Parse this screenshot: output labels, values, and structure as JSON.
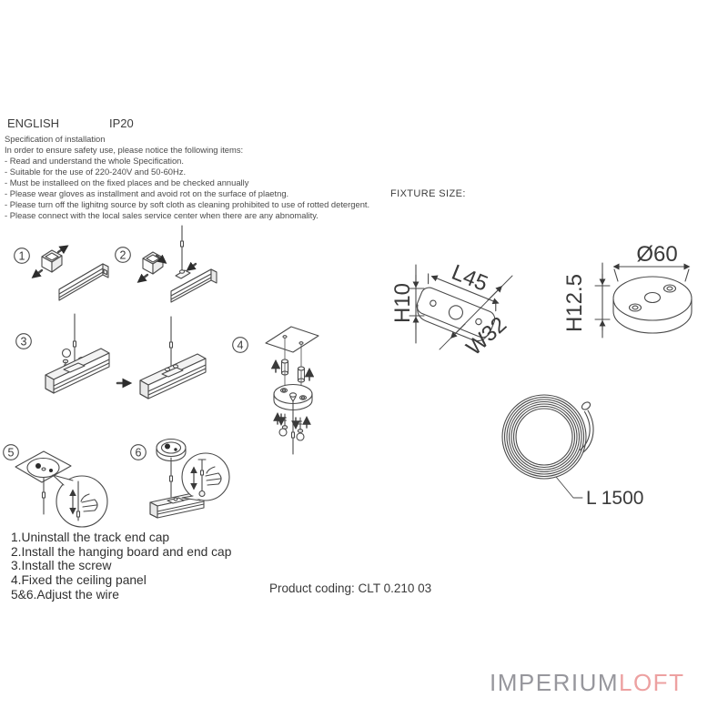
{
  "header": {
    "language_label": "ENGLISH",
    "ip_rating": "IP20"
  },
  "spec": {
    "title": "Specification of installation",
    "intro": "In order to ensure safety use, please notice the following items:",
    "items": [
      "- Read and understand the whole Specification.",
      "- Suitable for the use of 220-240V and 50-60Hz.",
      "- Must be installeed on the fixed places and be checked annually",
      "- Please wear gloves as installment and avoid rot on the surface of plaetng.",
      "- Please turn off the lighitng source by soft cloth as cleaning prohibited to use of rotted detergent.",
      "- Please connect with the local sales service center when there are any abnomality."
    ]
  },
  "fixture_size": {
    "heading": "FIXTURE SIZE:",
    "hanging_board": {
      "height_label": "H10",
      "length_label": "L45",
      "width_label": "W32"
    },
    "ceiling_panel": {
      "diameter_label": "Ø60",
      "height_label": "H12.5"
    },
    "suspension_wire": {
      "length_label": "L 1500"
    }
  },
  "step_numbers": [
    "1",
    "2",
    "3",
    "4",
    "5",
    "6"
  ],
  "instructions": [
    "1.Uninstall the track end cap",
    "2.Install the hanging board and end cap",
    "3.Install the screw",
    "4.Fixed the ceiling panel",
    "5&6.Adjust the wire"
  ],
  "product_coding": "Product coding: CLT 0.210 03",
  "brand": {
    "name_part1": "IMPERIUM",
    "name_part2": "LOFT",
    "part1_color": "#97979d",
    "part2_color": "#eda1a1"
  },
  "colors": {
    "line": "#4a4a4a",
    "text": "#3a3a3a"
  }
}
